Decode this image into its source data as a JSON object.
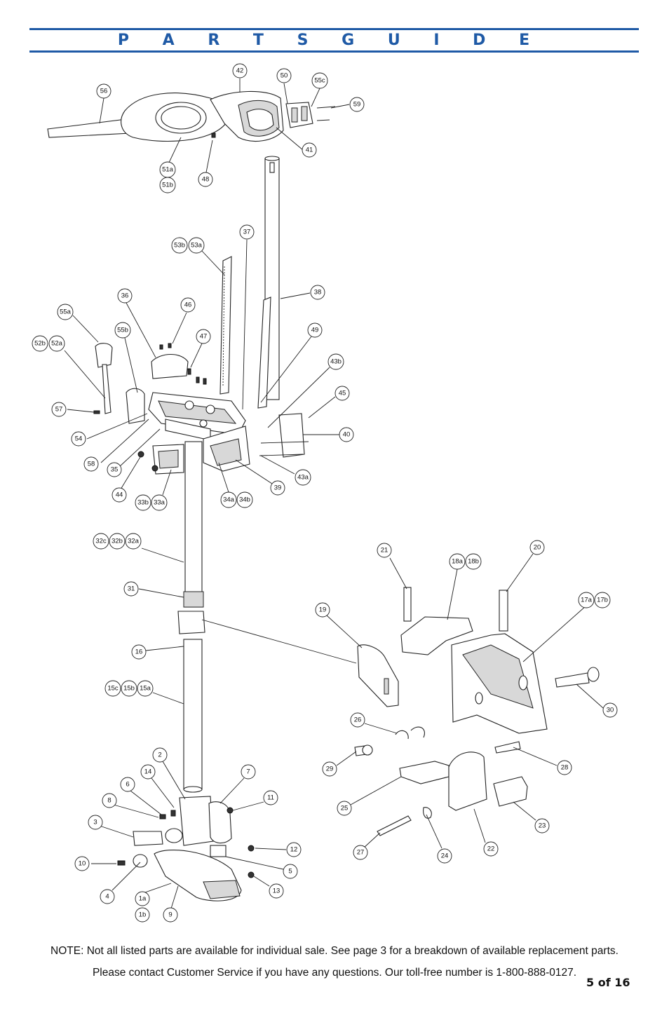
{
  "header": {
    "title": "P A R T S   G U I D E"
  },
  "callouts": [
    "56",
    "42",
    "50",
    "55c",
    "59",
    "41",
    "51a",
    "51b",
    "48",
    "37",
    "53b",
    "53a",
    "38",
    "36",
    "46",
    "55a",
    "55b",
    "47",
    "52b",
    "52a",
    "49",
    "43b",
    "45",
    "57",
    "40",
    "54",
    "58",
    "35",
    "44",
    "43a",
    "39",
    "33b",
    "33a",
    "34a",
    "34b",
    "32c",
    "32b",
    "32a",
    "31",
    "21",
    "18a",
    "18b",
    "20",
    "17a",
    "17b",
    "19",
    "16",
    "15c",
    "15b",
    "15a",
    "30",
    "26",
    "29",
    "28",
    "2",
    "14",
    "7",
    "6",
    "11",
    "8",
    "25",
    "23",
    "3",
    "12",
    "10",
    "27",
    "24",
    "22",
    "5",
    "4",
    "1a",
    "13",
    "1b",
    "9"
  ],
  "footer": {
    "note_line1": "NOTE: Not all listed parts are available for individual sale. See page 3 for a breakdown of available replacement parts.",
    "note_line2": "Please contact Customer Service if you have any questions. Our toll-free number is 1-800-888-0127.",
    "page_number": "5 of 16"
  }
}
